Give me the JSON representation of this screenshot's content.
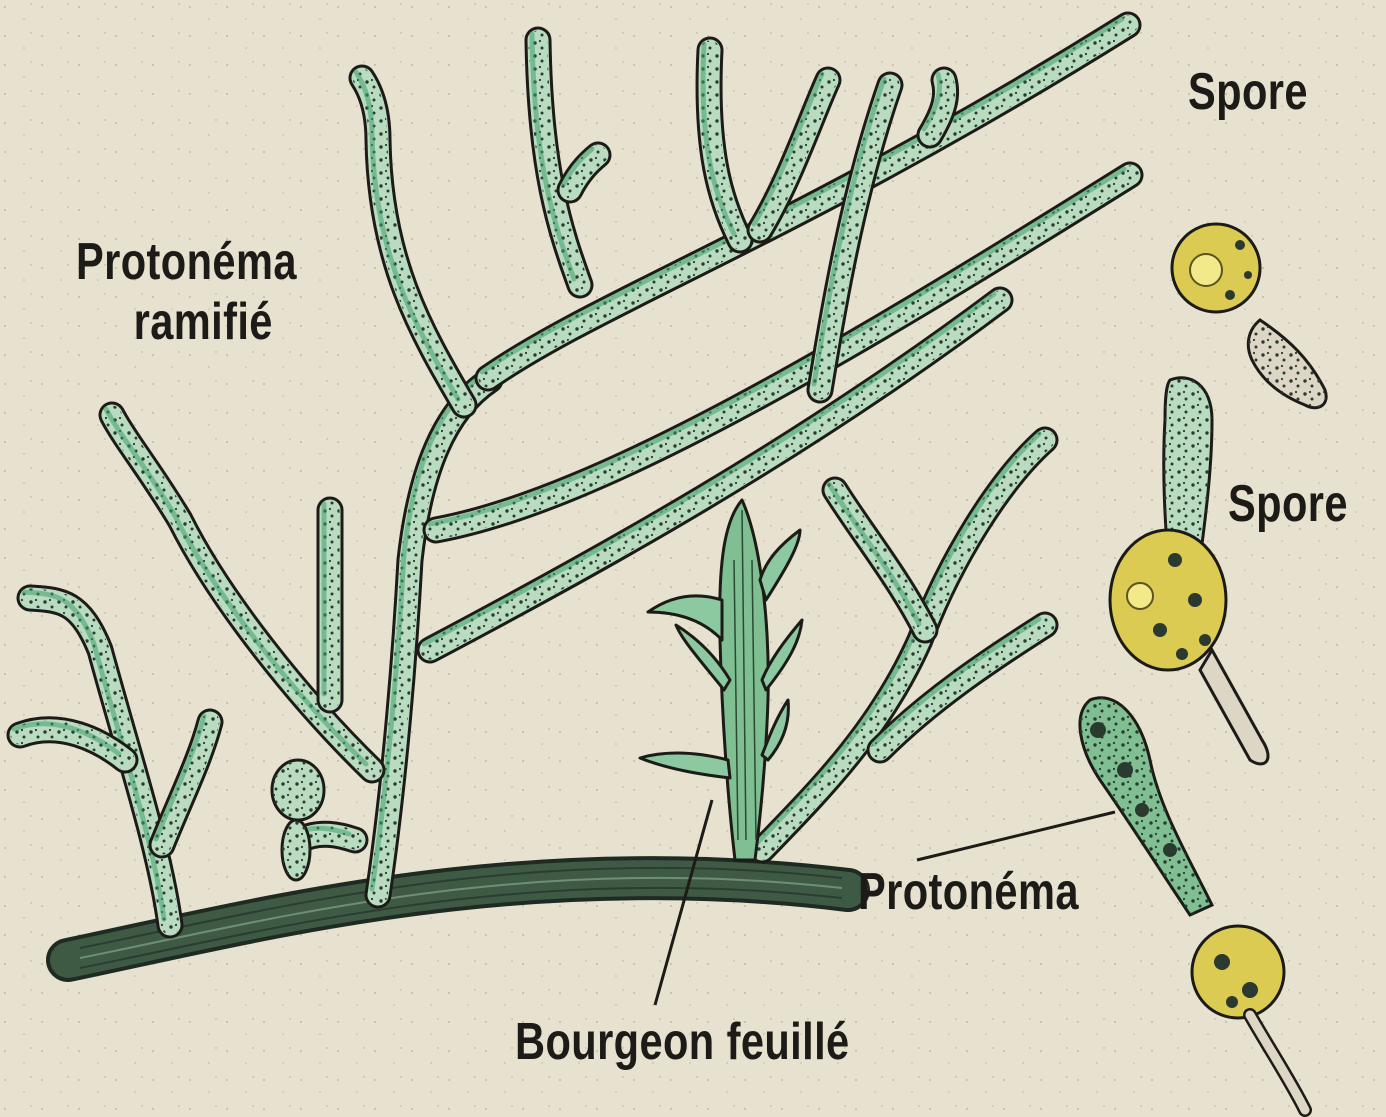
{
  "labels": {
    "branched_protonema_line1": "Protonéma",
    "branched_protonema_line2": "ramifié",
    "spore_top": "Spore",
    "spore_middle": "Spore",
    "protonema": "Protonéma",
    "leafy_bud": "Bourgeon feuillé"
  },
  "colors": {
    "paper": "#e7e1cf",
    "filament_fill": "#b9dcc1",
    "filament_green": "#3f9e6a",
    "stem_dark": "#3e5a45",
    "spore_yellow": "#dccb52",
    "ink": "#1d1b17"
  }
}
